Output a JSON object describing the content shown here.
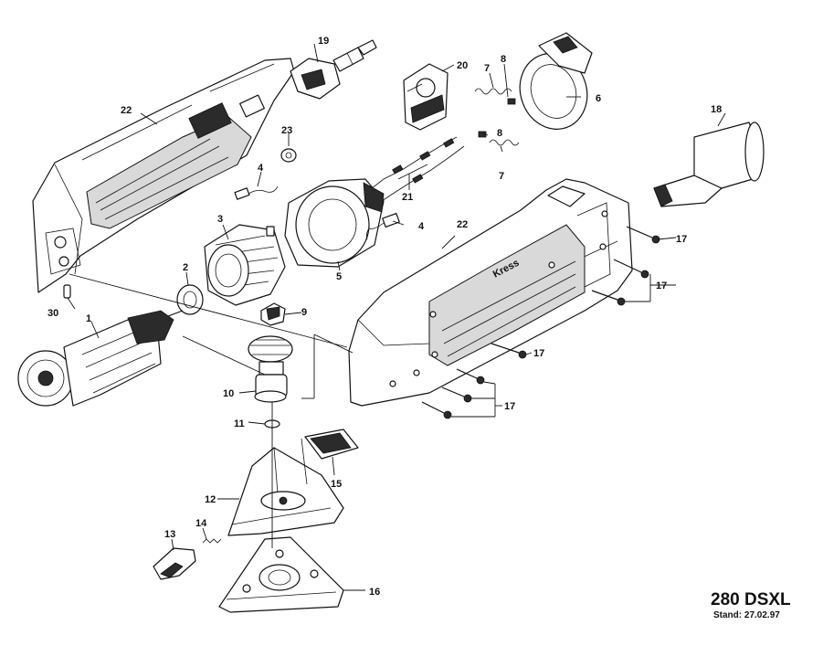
{
  "model": "280 DSXL",
  "stand": "Stand: 27.02.97",
  "brand_marking": "Kress",
  "part_labels": [
    "1",
    "2",
    "3",
    "4",
    "4",
    "5",
    "6",
    "7",
    "7",
    "8",
    "8",
    "9",
    "10",
    "11",
    "12",
    "13",
    "14",
    "15",
    "16",
    "17",
    "17",
    "17",
    "17",
    "18",
    "19",
    "20",
    "21",
    "22",
    "22",
    "23",
    "30"
  ]
}
